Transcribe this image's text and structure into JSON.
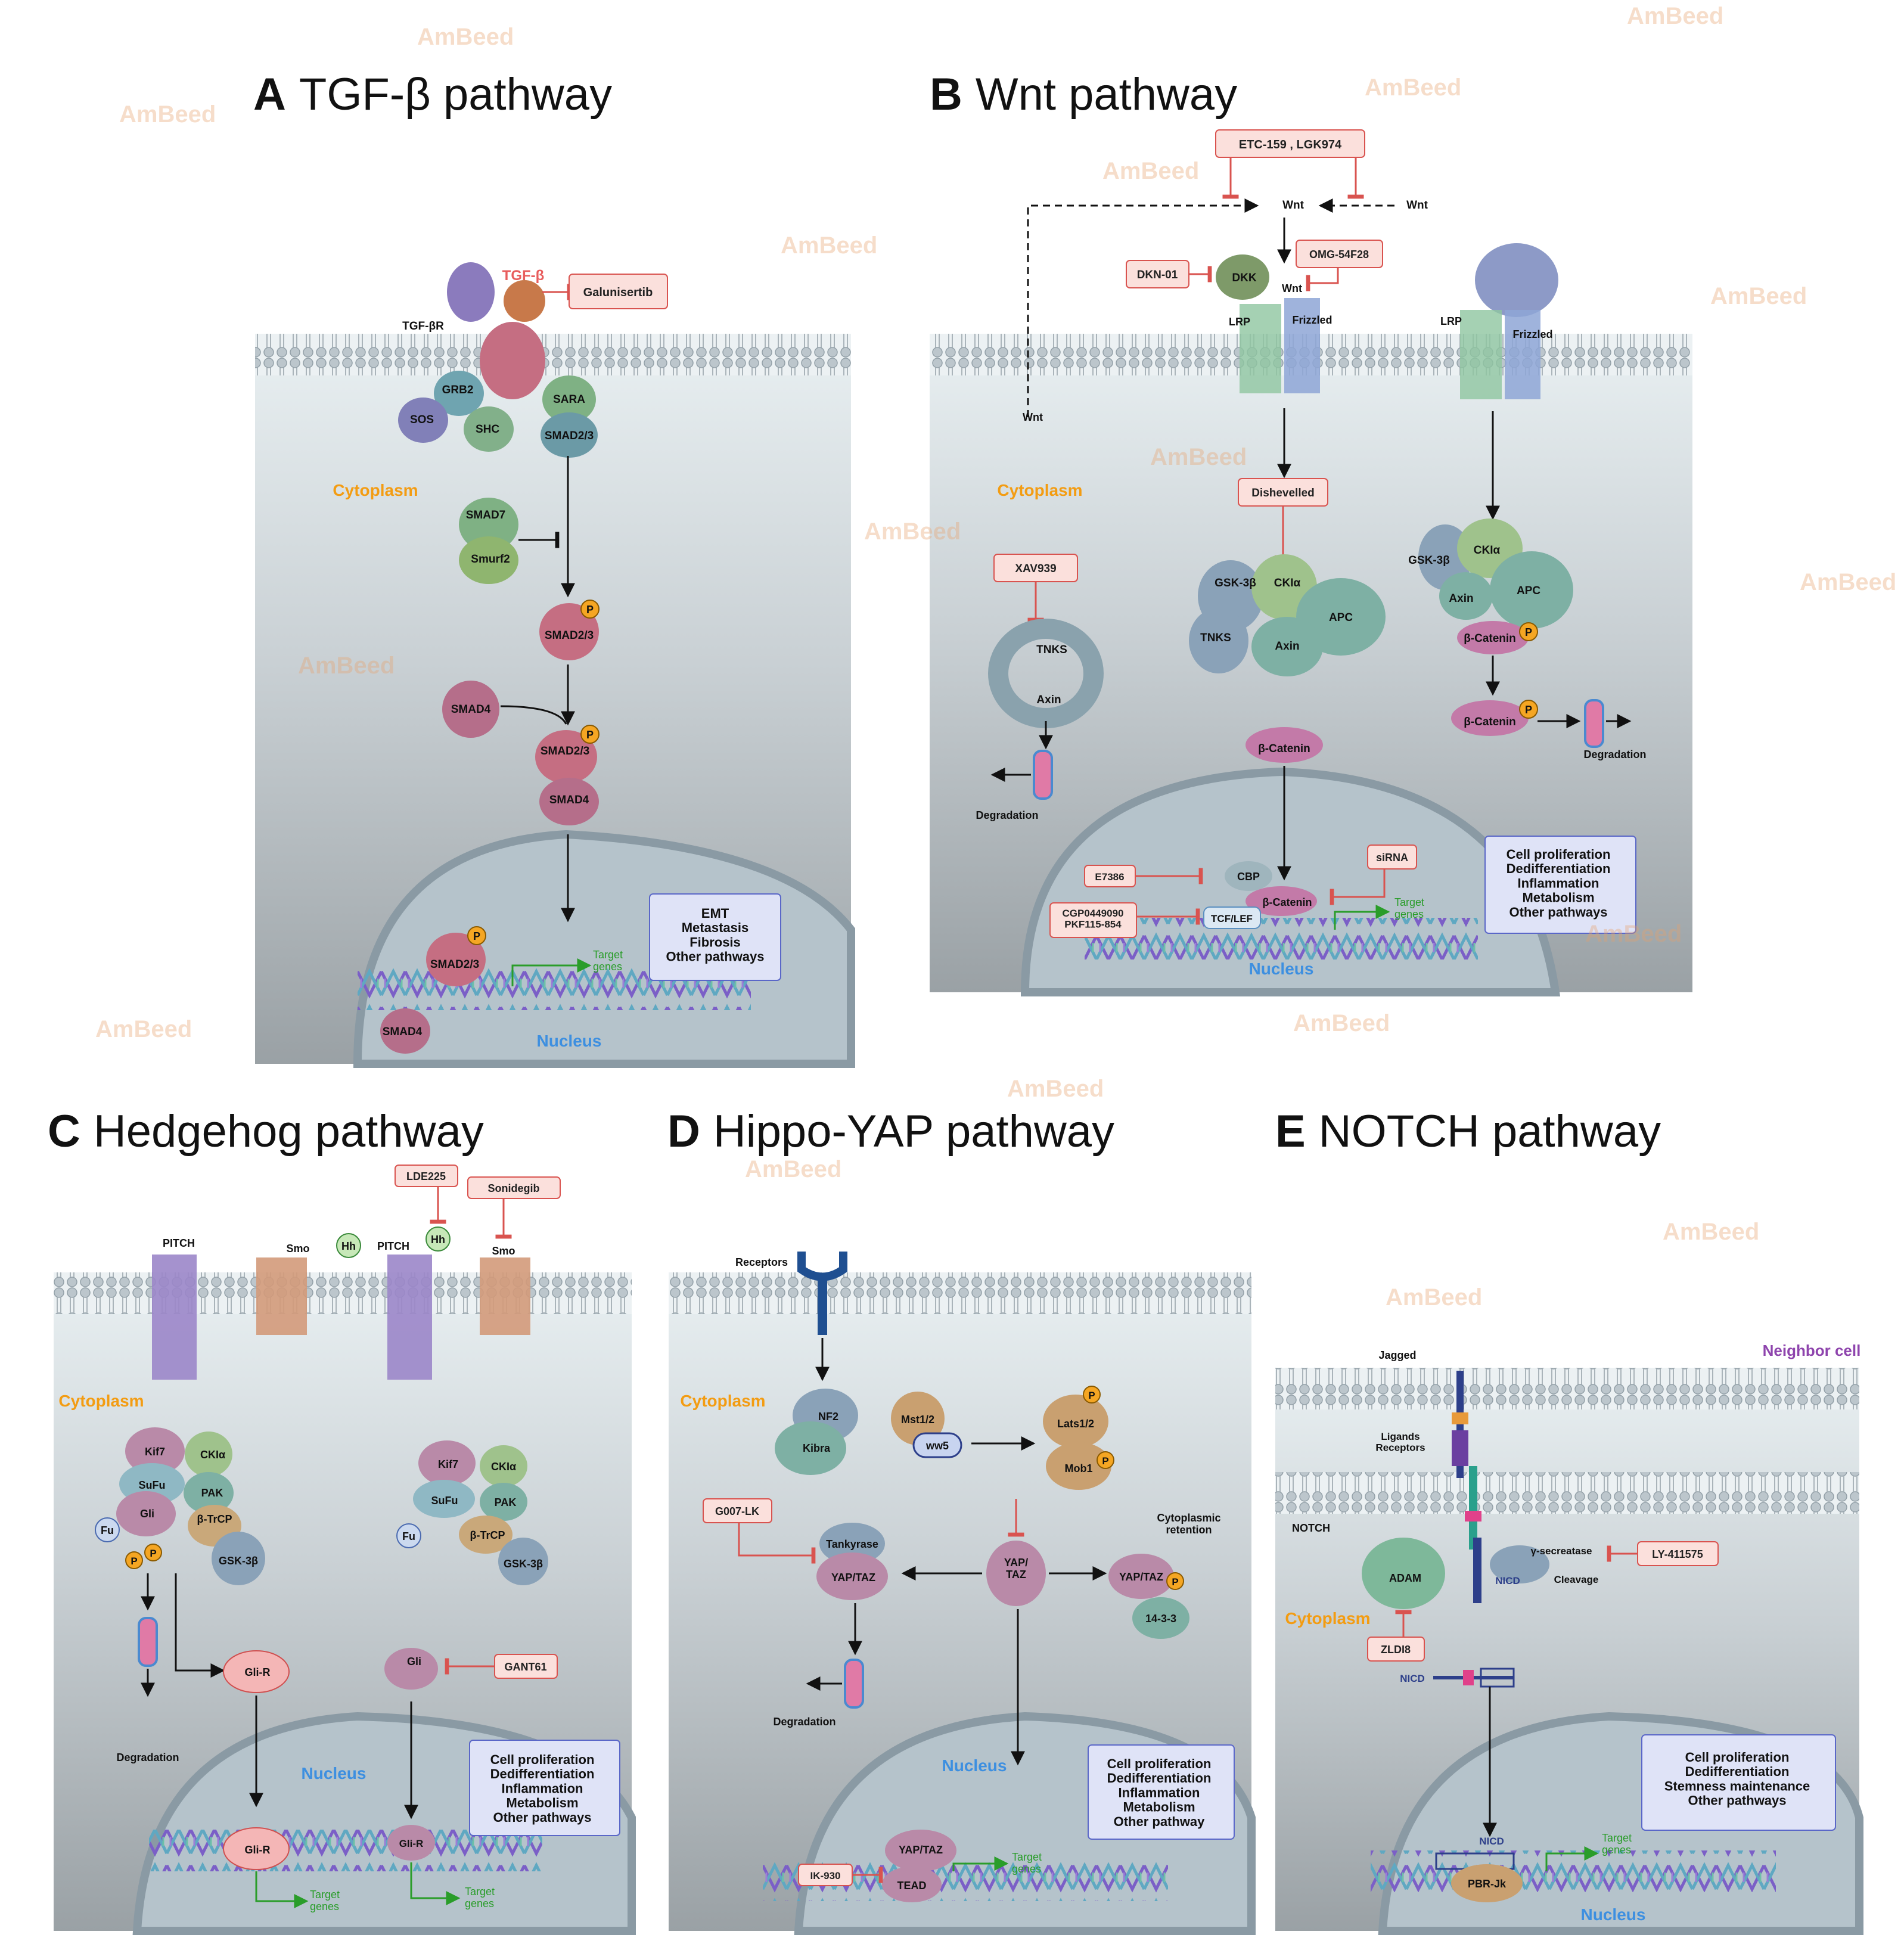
{
  "watermark": "AmBeed",
  "colors": {
    "inhibitor_fill": "#fbe0dc",
    "inhibitor_stroke": "#d9534f",
    "outcome_fill": "#dfe3f7",
    "outcome_stroke": "#5a67c8",
    "cytoplasm_label": "#f39c12",
    "nucleus_label": "#3d8fe0",
    "target_genes": "#2a9d2a",
    "phospho": "#f5a623",
    "neighbor_cell_label": "#8e44ad"
  },
  "panelA": {
    "letter": "A",
    "title": "TGF-β pathway",
    "tgfb": "TGF-β",
    "inhibitor": "Galunisertib",
    "receptor": "TGF-βR",
    "grb2": "GRB2",
    "sos": "SOS",
    "shc": "SHC",
    "sara": "SARA",
    "smad23": "SMAD2/3",
    "cytoplasm": "Cytoplasm",
    "smad7": "SMAD7",
    "smurf2": "Smurf2",
    "smad23_p": "SMAD2/3",
    "smad4": "SMAD4",
    "complex_smad23": "SMAD2/3",
    "complex_smad4": "SMAD4",
    "nuc_smad23": "SMAD2/3",
    "nuc_smad4": "SMAD4",
    "p": "P",
    "target": "Target\ngenes",
    "outcomes": "EMT\nMetastasis\nFibrosis\nOther pathways",
    "nucleus": "Nucleus"
  },
  "panelB": {
    "letter": "B",
    "title": "Wnt pathway",
    "inh_etc": "ETC-159 , LGK974",
    "wnt_top": "Wnt",
    "wnt_right": "Wnt",
    "inh_dkn": "DKN-01",
    "dkk": "DKK",
    "inh_omg": "OMG-54F28",
    "wnt_bound": "Wnt",
    "lrp_left": "LRP",
    "frizzled_left": "Frizzled",
    "lrp_right": "LRP",
    "frizzled_right": "Frizzled",
    "wnt_secreted": "Wnt",
    "cytoplasm": "Cytoplasm",
    "dishevelled": "Dishevelled",
    "inh_xav": "XAV939",
    "tnks_left": "TNKS",
    "axin_left": "Axin",
    "degradation_left": "Degradation",
    "gsk_mid": "GSK-3β",
    "ckia_mid": "CKIα",
    "apc_mid": "APC",
    "tnks_mid": "TNKS",
    "axin_mid": "Axin",
    "gsk_right": "GSK-3β",
    "ckia_right": "CKIα",
    "apc_right": "APC",
    "axin_right": "Axin",
    "bcat_right": "β-Catenin",
    "bcat_right2": "β-Catenin",
    "degradation_right": "Degradation",
    "bcat_mid": "β-Catenin",
    "inh_sirna": "siRNA",
    "inh_e7386": "E7386",
    "cbp": "CBP",
    "bcat_nuc": "β-Catenin",
    "inh_cgp": "CGP0449090\nPKF115-854",
    "tcf": "TCF/LEF",
    "target": "Target\ngenes",
    "nucleus": "Nucleus",
    "p": "P",
    "outcomes": "Cell proliferation\nDedifferentiation\nInflammation\nMetabolism\nOther pathways"
  },
  "panelC": {
    "letter": "C",
    "title": "Hedgehog pathway",
    "inh_lde": "LDE225",
    "inh_soni": "Sonidegib",
    "pitch1": "PITCH",
    "smo1": "Smo",
    "hh1": "Hh",
    "pitch2": "PITCH",
    "hh2": "Hh",
    "smo2": "Smo",
    "cytoplasm": "Cytoplasm",
    "kif7": "Kif7",
    "ckia": "CKIα",
    "sufu": "SuFu",
    "pak": "PAK",
    "gli": "Gli",
    "btrcp": "β-TrCP",
    "fu": "Fu",
    "gsk": "GSK-3β",
    "kif7_2": "Kif7",
    "ckia_2": "CKIα",
    "sufu_2": "SuFu",
    "pak_2": "PAK",
    "fu_2": "Fu",
    "btrcp_2": "β-TrCP",
    "gsk_2": "GSK-3β",
    "p": "P",
    "glir": "Gli-R",
    "gli_free": "Gli",
    "inh_gant": "GANT61",
    "degradation": "Degradation",
    "nucleus": "Nucleus",
    "outcomes": "Cell proliferation\nDedifferentiation\nInflammation\nMetabolism\nOther pathways",
    "glir_dna": "Gli-R",
    "glir_dna2": "Gli-R",
    "target1": "Target\ngenes",
    "target2": "Target\ngenes"
  },
  "panelD": {
    "letter": "D",
    "title": "Hippo-YAP pathway",
    "receptors": "Receptors",
    "cytoplasm": "Cytoplasm",
    "nf2": "NF2",
    "kibra": "Kibra",
    "mst": "Mst1/2",
    "ww5": "ww5",
    "lats": "Lats1/2",
    "mob": "Mob1",
    "inh_g007": "G007-LK",
    "tankyrase": "Tankyrase",
    "yaptaz_left": "YAP/TAZ",
    "yaptaz_mid": "YAP/\nTAZ",
    "yaptaz_right": "YAP/TAZ",
    "p1433": "14-3-3",
    "retention": "Cytoplasmic\nretention",
    "degradation": "Degradation",
    "nucleus": "Nucleus",
    "outcomes": "Cell proliferation\nDedifferentiation\nInflammation\nMetabolism\nOther pathway",
    "yaptaz_nuc": "YAP/TAZ",
    "tead": "TEAD",
    "inh_ik": "IK-930",
    "target": "Target\ngenes",
    "p": "P"
  },
  "panelE": {
    "letter": "E",
    "title": "NOTCH pathway",
    "jagged": "Jagged",
    "neighbor": "Neighbor cell",
    "ligands": "Ligands\nReceptors",
    "notch": "NOTCH",
    "gsecretase": "γ-secreatase",
    "cleavage": "Cleavage",
    "inh_ly": "LY-411575",
    "adam": "ADAM",
    "cytoplasm": "Cytoplasm",
    "nicd_mem": "NICD",
    "inh_zldi": "ZLDI8",
    "nicd": "NICD",
    "outcomes": "Cell proliferation\nDedifferentiation\nStemness maintenance\nOther pathways",
    "nicd_nuc": "NICD",
    "pbr": "PBR-Jk",
    "target": "Target\ngenes",
    "nucleus": "Nucleus"
  }
}
